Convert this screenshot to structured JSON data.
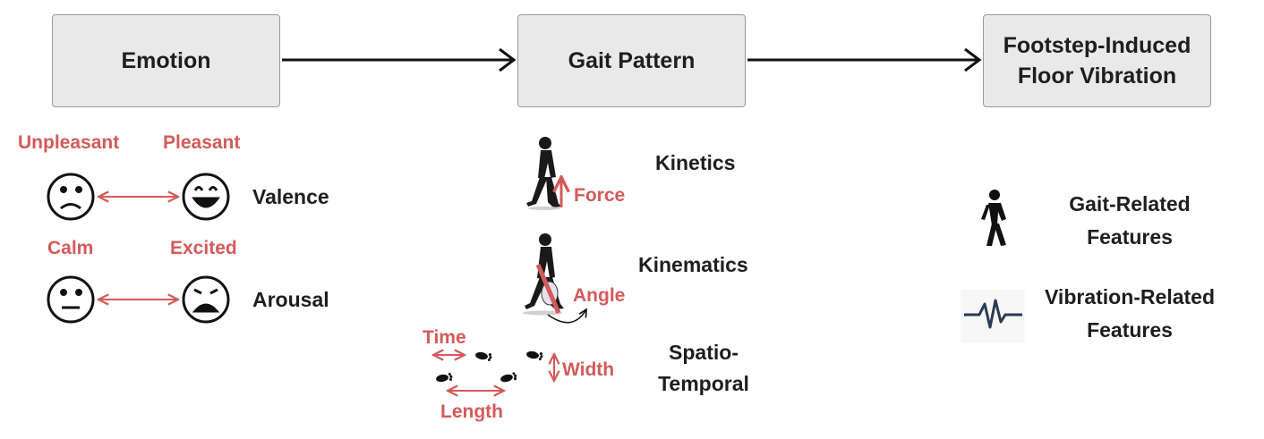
{
  "boxes": {
    "emotion": "Emotion",
    "gait_pattern": "Gait Pattern",
    "vibration_line1": "Footstep-Induced",
    "vibration_line2": "Floor Vibration"
  },
  "emotion": {
    "unpleasant": "Unpleasant",
    "pleasant": "Pleasant",
    "valence": "Valence",
    "calm": "Calm",
    "excited": "Excited",
    "arousal": "Arousal"
  },
  "gait": {
    "kinetics": "Kinetics",
    "force": "Force",
    "kinematics": "Kinematics",
    "angle": "Angle",
    "spatio_line1": "Spatio-",
    "spatio_line2": "Temporal",
    "time": "Time",
    "width": "Width",
    "length": "Length"
  },
  "features": {
    "gait_line1": "Gait-Related",
    "gait_line2": "Features",
    "vib_line1": "Vibration-Related",
    "vib_line2": "Features"
  },
  "colors": {
    "accent_red": "#d45a5a",
    "box_fill": "#e9e9e9",
    "text": "#1e1e1e"
  }
}
